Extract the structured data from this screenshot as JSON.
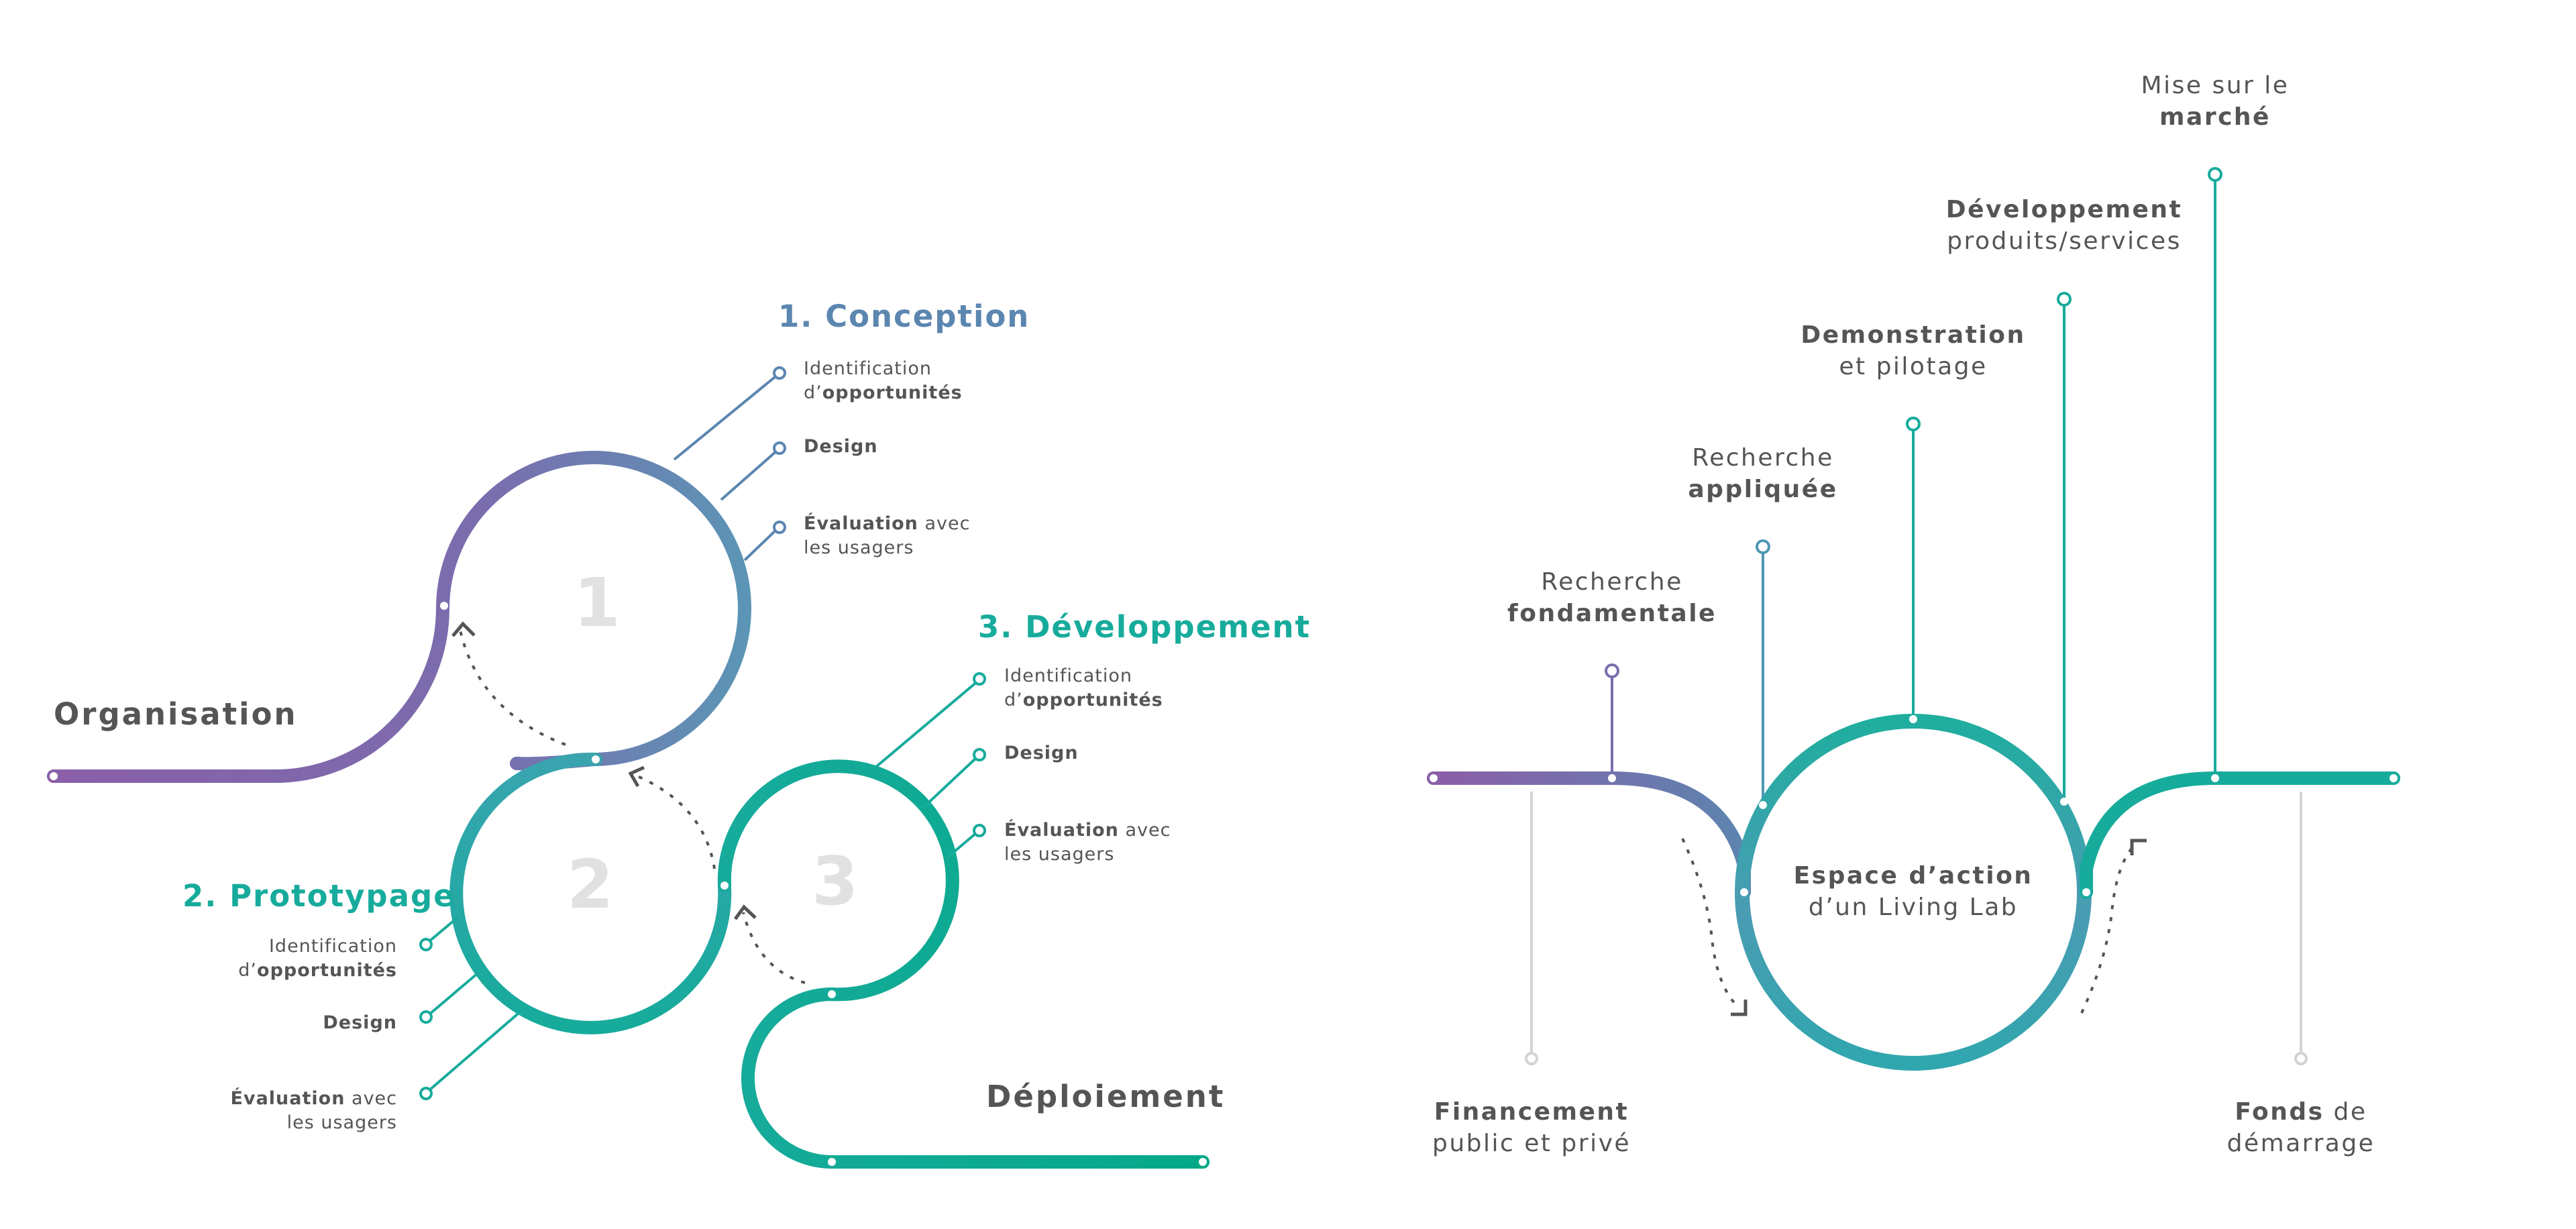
{
  "colors": {
    "purple": "#8a5ea8",
    "blue": "#5b86b0",
    "teal": "#17ab9c",
    "green": "#04a888",
    "gray": "#cfcfcf",
    "text": "#555555",
    "number": "#e1e1e1"
  },
  "left": {
    "organisation": "Organisation",
    "deploiement": "Déploiement",
    "stages": [
      {
        "number": "1",
        "title": "1. Conception"
      },
      {
        "number": "2",
        "title": "2. Prototypage"
      },
      {
        "number": "3",
        "title": "3. Développement"
      }
    ],
    "items": {
      "ident_1": "Identification",
      "ident_2_prefix": "d’",
      "ident_2_bold": "opportunités",
      "design": "Design",
      "eval_bold": "Évaluation",
      "eval_rest": " avec",
      "eval_2": "les usagers"
    }
  },
  "right": {
    "center_1": "Espace d’action",
    "center_2": "d’un Living Lab",
    "milestones": {
      "fondamentale_1": "Recherche",
      "fondamentale_2": "fondamentale",
      "appliquee_1": "Recherche",
      "appliquee_2": "appliquée",
      "demo_1": "Demonstration",
      "demo_2": "et pilotage",
      "dev_1": "Développement",
      "dev_2": "produits/services",
      "marche_1": "Mise sur le",
      "marche_2": "marché"
    },
    "financement_1": "Financement",
    "financement_2": "public et privé",
    "fonds_1": "Fonds",
    "fonds_rest": " de",
    "fonds_2": "démarrage"
  }
}
